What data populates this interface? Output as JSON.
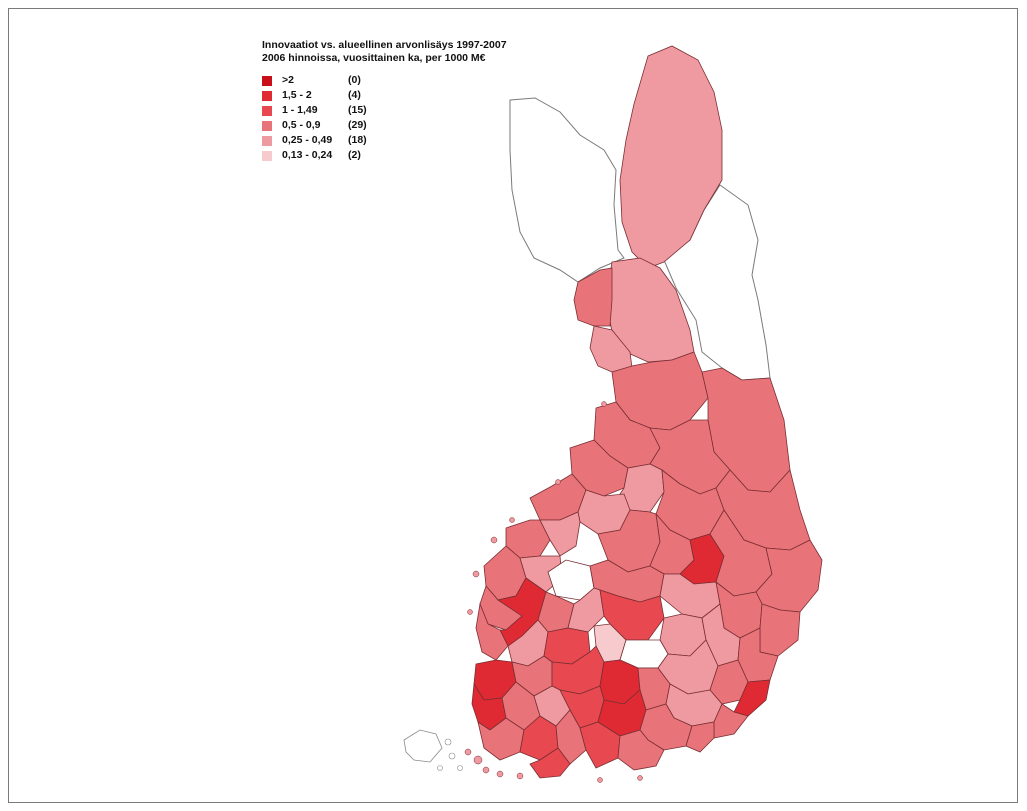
{
  "map": {
    "title_line1": "Innovaatiot vs. alueellinen arvonlisäys 1997-2007",
    "title_line2": "2006 hinnoissa, vuosittainen ka, per 1000 M€",
    "legend": [
      {
        "range": ">2",
        "count": "(0)",
        "color": "#c9101a"
      },
      {
        "range": "1,5   - 2",
        "count": "(4)",
        "color": "#e02a33"
      },
      {
        "range": "1     - 1,49",
        "count": "(15)",
        "color": "#e8484f"
      },
      {
        "range": "0,5  - 0,9",
        "count": "(29)",
        "color": "#e8747a"
      },
      {
        "range": "0,25 - 0,49",
        "count": "(18)",
        "color": "#ee9aa0"
      },
      {
        "range": "0,13 - 0,24",
        "count": "(2)",
        "color": "#f7cacd"
      }
    ],
    "colors": {
      "no_data": "#ffffff",
      "border": "#7a2e33",
      "frame": "#7a7a7a"
    }
  }
}
